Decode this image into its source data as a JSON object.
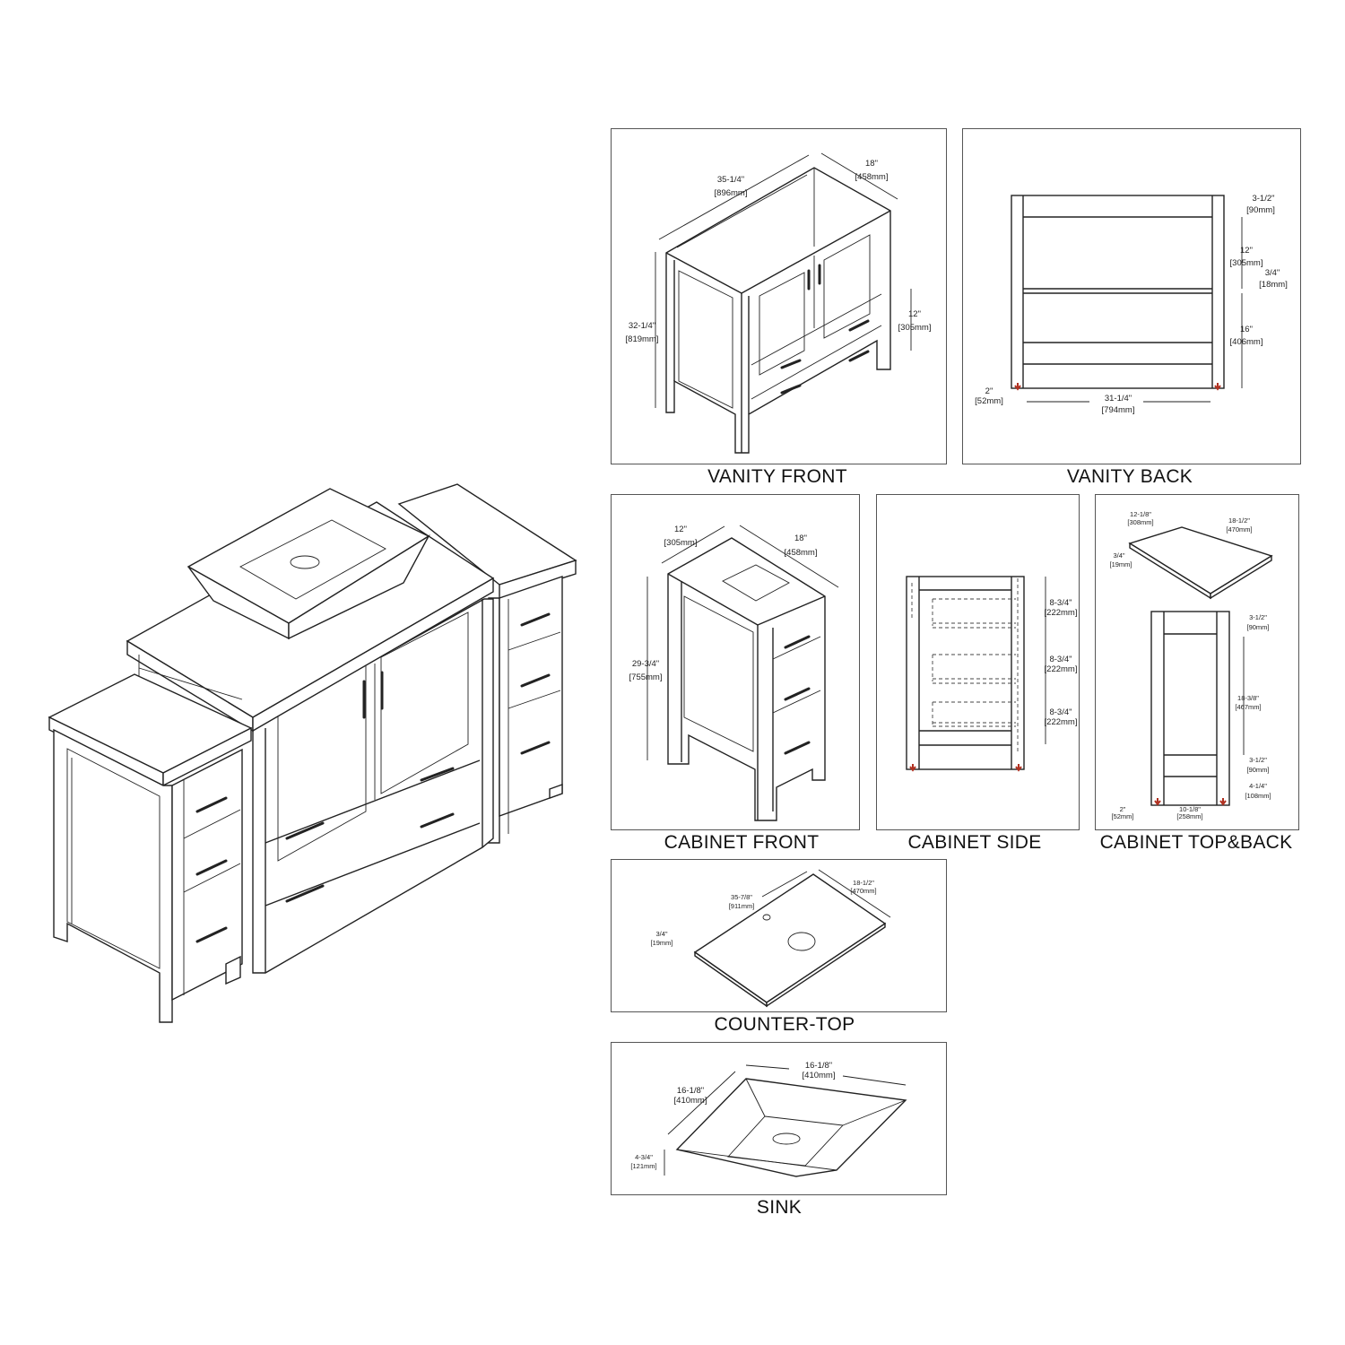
{
  "panels": {
    "vanity_front": {
      "label": "VANITY FRONT",
      "dims": {
        "width": "35-1/4\"",
        "width_mm": "[896mm]",
        "depth": "18\"",
        "depth_mm": "[458mm]",
        "height": "32-1/4\"",
        "height_mm": "[819mm]",
        "drawer": "12\"",
        "drawer_mm": "[305mm]"
      }
    },
    "vanity_back": {
      "label": "VANITY BACK",
      "dims": {
        "top_rail": "3-1/2\"",
        "top_rail_mm": "[90mm]",
        "upper": "12\"",
        "upper_mm": "[305mm]",
        "shelf": "3/4\"",
        "shelf_mm": "[18mm]",
        "lower": "16\"",
        "lower_mm": "[406mm]",
        "leg": "2\"",
        "leg_mm": "[52mm]",
        "inner_width": "31-1/4\"",
        "inner_width_mm": "[794mm]"
      }
    },
    "cabinet_front": {
      "label": "CABINET FRONT",
      "dims": {
        "width": "12\"",
        "width_mm": "[305mm]",
        "depth": "18\"",
        "depth_mm": "[458mm]",
        "height": "29-3/4\"",
        "height_mm": "[755mm]"
      }
    },
    "cabinet_side": {
      "label": "CABINET SIDE",
      "dims": {
        "drawer1": "8-3/4\"",
        "drawer1_mm": "[222mm]",
        "drawer2": "8-3/4\"",
        "drawer2_mm": "[222mm]",
        "drawer3": "8-3/4\"",
        "drawer3_mm": "[222mm]"
      }
    },
    "cabinet_top_back": {
      "label": "CABINET TOP&BACK",
      "dims": {
        "top_width": "12-1/8\"",
        "top_width_mm": "[308mm]",
        "top_depth": "18-1/2\"",
        "top_depth_mm": "[470mm]",
        "top_thick": "3/4\"",
        "top_thick_mm": "[19mm]",
        "top_rail": "3-1/2\"",
        "top_rail_mm": "[90mm]",
        "panel": "18-3/8\"",
        "panel_mm": "[467mm]",
        "bottom_rail": "3-1/2\"",
        "bottom_rail_mm": "[90mm]",
        "foot": "4-1/4\"",
        "foot_mm": "[108mm]",
        "leg": "2\"",
        "leg_mm": "[52mm]",
        "inner_width": "10-1/8\"",
        "inner_width_mm": "[258mm]"
      }
    },
    "counter_top": {
      "label": "COUNTER-TOP",
      "dims": {
        "length": "35-7/8\"",
        "length_mm": "[911mm]",
        "depth": "18-1/2\"",
        "depth_mm": "[470mm]",
        "thick": "3/4\"",
        "thick_mm": "[19mm]"
      }
    },
    "sink": {
      "label": "SINK",
      "dims": {
        "width": "16-1/8\"",
        "width_mm": "[410mm]",
        "depth": "16-1/8\"",
        "depth_mm": "[410mm]",
        "height": "4-3/4\"",
        "height_mm": "[121mm]"
      }
    }
  },
  "colors": {
    "line": "#222222",
    "frame": "#555555",
    "foot_marker": "#b03020"
  }
}
